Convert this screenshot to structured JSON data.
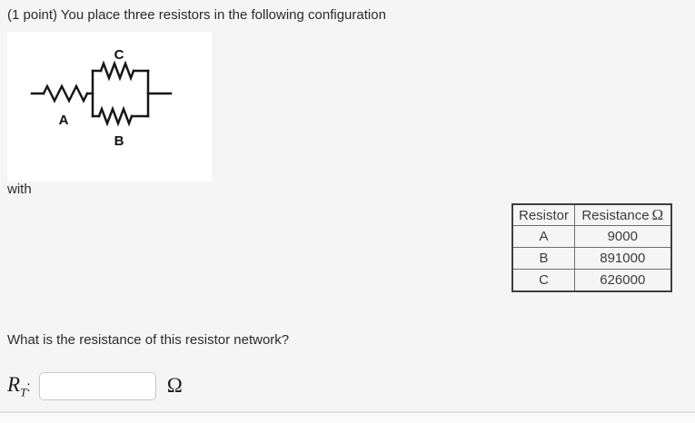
{
  "page": {
    "title": "(1 point) You place three resistors in the following configuration",
    "with_text": "with",
    "question": "What is the resistance of this resistor network?"
  },
  "colors": {
    "page_background": "#f5f5f5",
    "circuit_background": "#ffffff",
    "table_border": "#3f3f3f",
    "text": "#2b2b2b"
  },
  "circuit": {
    "description": "Resistor A in series with parallel combination of C (top) and B (bottom)",
    "labels": {
      "a": "A",
      "b": "B",
      "c": "C"
    }
  },
  "table": {
    "resistor_header": "Resistor",
    "resistance_header": "Resistance",
    "resistance_unit": "Ω",
    "rows": [
      {
        "resistor": "A",
        "resistance": "9000"
      },
      {
        "resistor": "B",
        "resistance": "891000"
      },
      {
        "resistor": "C",
        "resistance": "626000"
      }
    ]
  },
  "answer": {
    "label_symbol": "R",
    "label_subscript": "T",
    "label_colon": ":",
    "input_value": "",
    "unit": "Ω"
  }
}
